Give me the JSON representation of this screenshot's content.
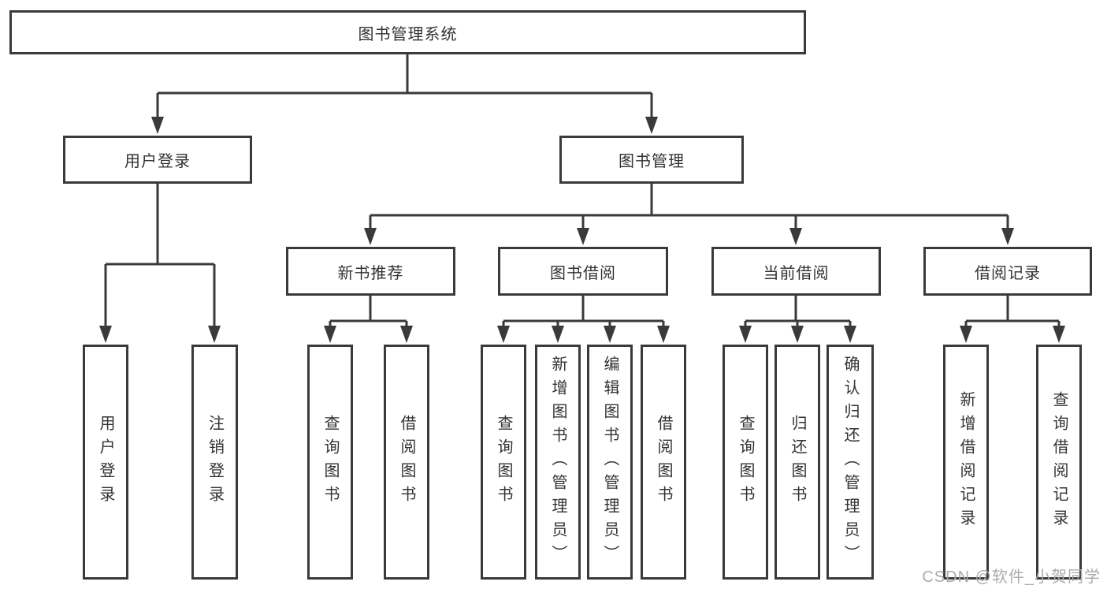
{
  "diagram": {
    "root": {
      "label": "图书管理系统"
    },
    "branches": [
      {
        "label": "用户登录",
        "children": [
          {
            "label": "用户登录"
          },
          {
            "label": "注销登录"
          }
        ]
      },
      {
        "label": "图书管理",
        "children": [
          {
            "label": "新书推荐",
            "children": [
              {
                "label": "查询图书"
              },
              {
                "label": "借阅图书"
              }
            ]
          },
          {
            "label": "图书借阅",
            "children": [
              {
                "label": "查询图书"
              },
              {
                "label": "新增图书（管理员）"
              },
              {
                "label": "编辑图书（管理员）"
              },
              {
                "label": "借阅图书"
              }
            ]
          },
          {
            "label": "当前借阅",
            "children": [
              {
                "label": "查询图书"
              },
              {
                "label": "归还图书"
              },
              {
                "label": "确认归还（管理员）"
              }
            ]
          },
          {
            "label": "借阅记录",
            "children": [
              {
                "label": "新增借阅记录"
              },
              {
                "label": "查询借阅记录"
              }
            ]
          }
        ]
      }
    ]
  },
  "watermark": {
    "text": "CSDN @软件_小贺同学"
  },
  "colors": {
    "line": "#3a3a3a",
    "text": "#333333",
    "background": "#ffffff",
    "watermark": "#ababab"
  }
}
